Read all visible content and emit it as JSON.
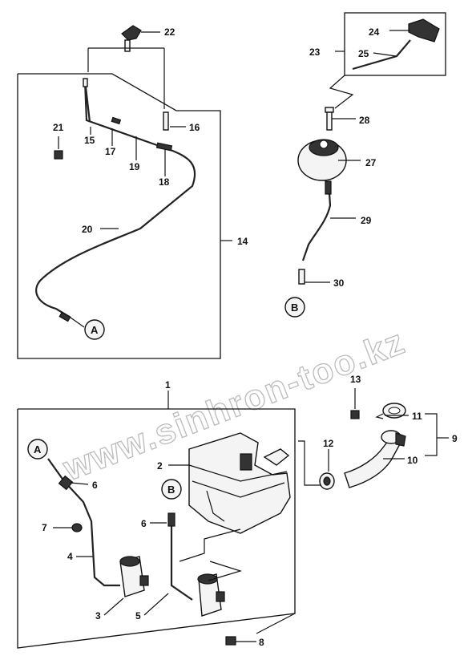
{
  "watermark": "www.sinhron-too.kz",
  "circle_labels": {
    "a_top": "A",
    "b_top": "B",
    "a_bottom": "A",
    "b_bottom": "B"
  },
  "part_numbers": {
    "p1": "1",
    "p2": "2",
    "p3": "3",
    "p4": "4",
    "p5": "5",
    "p6a": "6",
    "p6b": "6",
    "p7": "7",
    "p8": "8",
    "p9": "9",
    "p10": "10",
    "p11": "11",
    "p12": "12",
    "p13": "13",
    "p14": "14",
    "p15": "15",
    "p16": "16",
    "p17": "17",
    "p18": "18",
    "p19": "19",
    "p20": "20",
    "p21": "21",
    "p22": "22",
    "p23": "23",
    "p24": "24",
    "p25": "25",
    "p27": "27",
    "p28": "28",
    "p29": "29",
    "p30": "30"
  }
}
